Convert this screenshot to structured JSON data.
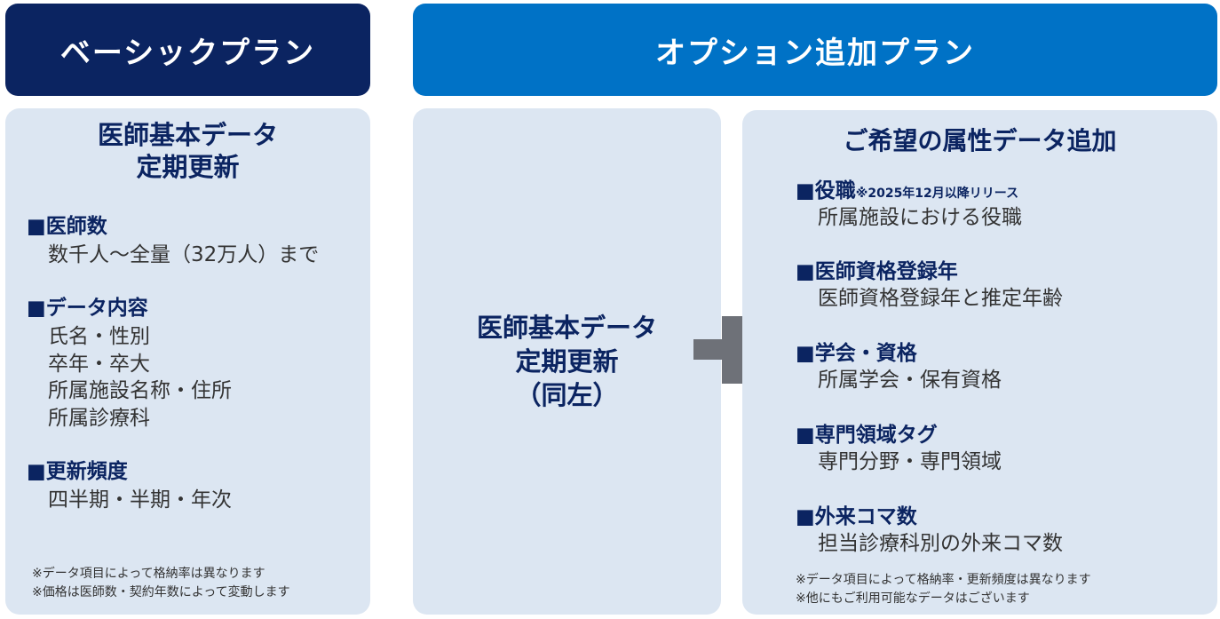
{
  "basic_plan": {
    "header": "ベーシックプラン",
    "title_lines": [
      "医師基本データ",
      "定期更新"
    ],
    "sections": [
      {
        "title": "■医師数",
        "lines": [
          "数千人～全量（32万人）まで"
        ]
      },
      {
        "title": "■データ内容",
        "lines": [
          "氏名・性別",
          "卒年・卒大",
          "所属施設名称・住所",
          "所属診療科"
        ]
      },
      {
        "title": "■更新頻度",
        "lines": [
          "四半期・半期・年次"
        ]
      }
    ],
    "footnotes": [
      "※データ項目によって格納率は異なります",
      "※価格は医師数・契約年数によって変動します"
    ]
  },
  "option_plan": {
    "header": "オプション追加プラン",
    "base_lines": [
      "医師基本データ",
      "定期更新",
      "（同左）"
    ],
    "plus_symbol": "plus-icon",
    "addon_title": "ご希望の属性データ追加",
    "sections": [
      {
        "title": "■役職",
        "note": "※2025年12月以降リリース",
        "lines": [
          "所属施設における役職"
        ]
      },
      {
        "title": "■医師資格登録年",
        "note": "",
        "lines": [
          "医師資格登録年と推定年齢"
        ]
      },
      {
        "title": "■学会・資格",
        "note": "",
        "lines": [
          "所属学会・保有資格"
        ]
      },
      {
        "title": "■専門領域タグ",
        "note": "",
        "lines": [
          "専門分野・専門領域"
        ]
      },
      {
        "title": "■外来コマ数",
        "note": "",
        "lines": [
          "担当診療科別の外来コマ数"
        ]
      }
    ],
    "footnotes": [
      "※データ項目によって格納率・更新頻度は異なります",
      "※他にもご利用可能なデータはございます"
    ]
  },
  "colors": {
    "basic_header": "#0b2461",
    "option_header": "#0072c6",
    "panel_bg": "#dce6f2",
    "title_text": "#0b2461",
    "plus": "#6e7178"
  }
}
